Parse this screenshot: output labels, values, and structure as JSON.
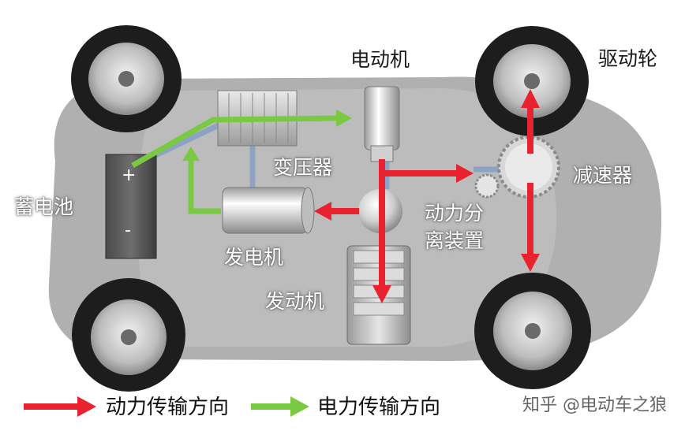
{
  "labels": {
    "motor": "电动机",
    "drive_wheel": "驱动轮",
    "transformer": "变压器",
    "reducer": "减速器",
    "battery": "蓄电池",
    "power_split_line1": "动力分",
    "power_split_line2": "离装置",
    "generator": "发电机",
    "engine": "发动机",
    "battery_plus": "+",
    "battery_minus": "-"
  },
  "legend": {
    "power_label": "动力传输方向",
    "electric_label": "电力传输方向",
    "power_color": "#e8222e",
    "electric_color": "#7ac943"
  },
  "watermark": "知乎 @电动车之狼"
}
